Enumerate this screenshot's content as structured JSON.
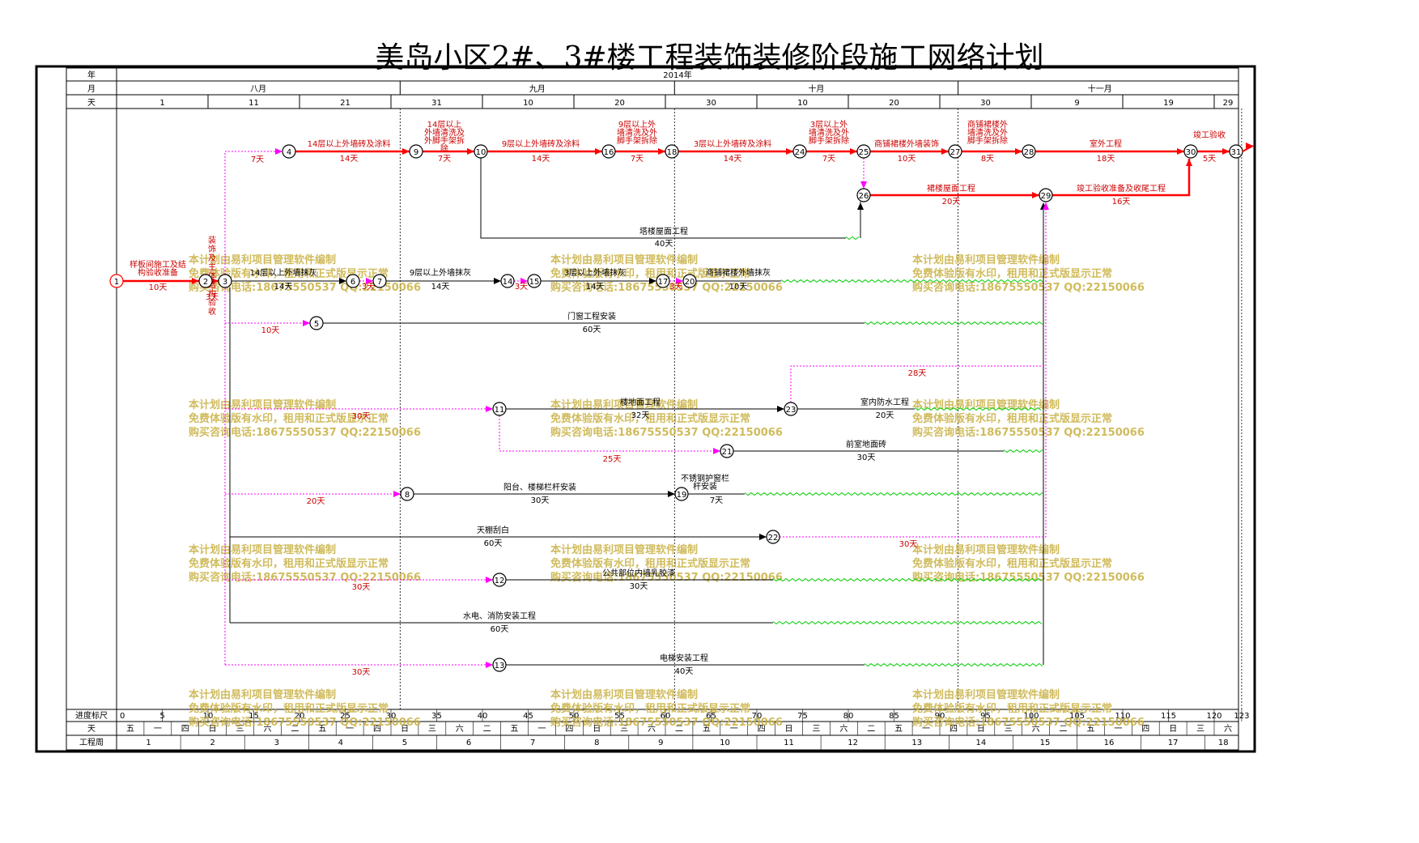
{
  "title": "美岛小区2#、3#楼工程装饰装修阶段施工网络计划",
  "header": {
    "row_labels": [
      "年",
      "月",
      "天"
    ],
    "year": "2014年",
    "months": [
      "八月",
      "九月",
      "十月",
      "十一月"
    ],
    "day_ticks": [
      "1",
      "11",
      "21",
      "31",
      "10",
      "20",
      "30",
      "10",
      "20",
      "30",
      "9",
      "19",
      "29"
    ]
  },
  "footer": {
    "scale_label": "进度标尺",
    "scale_ticks": [
      "0",
      "5",
      "10",
      "15",
      "20",
      "25",
      "30",
      "35",
      "40",
      "45",
      "50",
      "55",
      "60",
      "65",
      "70",
      "75",
      "80",
      "85",
      "90",
      "95",
      "100",
      "105",
      "110",
      "115",
      "120",
      "123"
    ],
    "weekday_label": "天",
    "weekdays": [
      "五",
      "一",
      "四",
      "日",
      "三",
      "六",
      "二",
      "五",
      "一",
      "四",
      "日",
      "三",
      "六",
      "二",
      "五",
      "一",
      "四",
      "日",
      "三",
      "六",
      "二",
      "五",
      "一",
      "四",
      "日",
      "三",
      "六",
      "二",
      "五",
      "一",
      "四",
      "日",
      "三",
      "六",
      "二",
      "五",
      "一",
      "四",
      "日",
      "三",
      "六"
    ],
    "week_label": "工程周",
    "weeks": [
      "1",
      "2",
      "3",
      "4",
      "5",
      "6",
      "7",
      "8",
      "9",
      "10",
      "11",
      "12",
      "13",
      "14",
      "15",
      "16",
      "17",
      "18"
    ]
  },
  "watermark": {
    "line1": "本计划由易利项目管理软件编制",
    "line2": "免费体验版有水印，租用和正式版显示正常",
    "line3": "购买咨询电话:18675550537 QQ:22150066"
  },
  "chart_data": {
    "type": "network",
    "total_days": 123,
    "colors": {
      "critical": "#ff0000",
      "normal": "#000000",
      "virtual": "#ff00ff",
      "float": "#00cc00",
      "watermark": "#c8b040",
      "text": "#cc0000"
    },
    "nodes": [
      "1",
      "2",
      "3",
      "4",
      "5",
      "6",
      "7",
      "8",
      "9",
      "10",
      "11",
      "12",
      "13",
      "14",
      "15",
      "16",
      "17",
      "18",
      "19",
      "20",
      "21",
      "22",
      "23",
      "24",
      "25",
      "26",
      "27",
      "28",
      "29",
      "30",
      "31"
    ],
    "critical_activities": [
      {
        "from": "1",
        "to": "2",
        "label": "样板间施工及结构验收准备",
        "duration": "10天"
      },
      {
        "from": "2",
        "to": "3",
        "label": "装饰及主体结构验收",
        "duration": "3天"
      },
      {
        "from": "4",
        "to": "9",
        "label": "14层以上外墙砖及涂料",
        "duration": "14天"
      },
      {
        "from": "9",
        "to": "10",
        "label": "14层以上外墙清洗及外脚手架拆除",
        "duration": "7天"
      },
      {
        "from": "10",
        "to": "16",
        "label": "9层以上外墙砖及涂料",
        "duration": "14天"
      },
      {
        "from": "16",
        "to": "18",
        "label": "9层以上外墙清洗及外脚手架拆除",
        "duration": "7天"
      },
      {
        "from": "18",
        "to": "24",
        "label": "3层以上外墙砖及涂料",
        "duration": "14天"
      },
      {
        "from": "24",
        "to": "25",
        "label": "3层以上外墙清洗及外脚手架拆除",
        "duration": "7天"
      },
      {
        "from": "25",
        "to": "27",
        "label": "商铺裙楼外墙装饰",
        "duration": "10天"
      },
      {
        "from": "27",
        "to": "28",
        "label": "商铺裙楼外墙清洗及外脚手架拆除",
        "duration": "8天"
      },
      {
        "from": "28",
        "to": "30",
        "label": "室外工程",
        "duration": "18天"
      },
      {
        "from": "30",
        "to": "31",
        "label": "竣工验收",
        "duration": "5天"
      },
      {
        "from": "26",
        "to": "29",
        "label": "裙楼屋面工程",
        "duration": "20天"
      },
      {
        "from": "29",
        "to": "30",
        "label": "竣工验收准备及收尾工程",
        "duration": "16天"
      }
    ],
    "normal_activities": [
      {
        "from": "3",
        "to": "6",
        "label": "14层以上外墙抹灰",
        "duration": "14天"
      },
      {
        "from": "6",
        "to": "7",
        "label": "",
        "duration": "3天"
      },
      {
        "from": "7",
        "to": "14",
        "label": "9层以上外墙抹灰",
        "duration": "14天"
      },
      {
        "from": "14",
        "to": "15",
        "label": "",
        "duration": "3天"
      },
      {
        "from": "15",
        "to": "17",
        "label": "3层以上外墙抹灰",
        "duration": "14天"
      },
      {
        "from": "17",
        "to": "20",
        "label": "",
        "duration": "3天"
      },
      {
        "from": "20",
        "to": "29",
        "label": "商铺裙楼外墙抹灰",
        "duration": "10天"
      },
      {
        "from": "10",
        "to": "26",
        "label": "塔楼屋面工程",
        "duration": "40天"
      },
      {
        "from": "5",
        "to": "29",
        "label": "门窗工程安装",
        "duration": "60天"
      },
      {
        "from": "11",
        "to": "23",
        "label": "楼地面工程",
        "duration": "32天"
      },
      {
        "from": "23",
        "to": "29",
        "label": "室内防水工程",
        "duration": "20天"
      },
      {
        "from": "21",
        "to": "29",
        "label": "前室地面砖",
        "duration": "30天"
      },
      {
        "from": "8",
        "to": "19",
        "label": "阳台、楼梯栏杆安装",
        "duration": "30天"
      },
      {
        "from": "19",
        "to": "29",
        "label": "不锈钢护窗栏杆安装",
        "duration": "7天"
      },
      {
        "from": "3",
        "to": "22",
        "label": "天棚刮白",
        "duration": "60天"
      },
      {
        "from": "12",
        "to": "29",
        "label": "公共部位内墙乳胶漆",
        "duration": "30天"
      },
      {
        "from": "3",
        "to": "29",
        "label": "水电、消防安装工程",
        "duration": "60天"
      },
      {
        "from": "13",
        "to": "29",
        "label": "电梯安装工程",
        "duration": "40天"
      }
    ],
    "virtual_activities": [
      {
        "from": "3",
        "to": "4",
        "duration": "7天"
      },
      {
        "from": "3",
        "to": "5",
        "duration": "10天"
      },
      {
        "from": "3",
        "to": "11",
        "duration": "30天"
      },
      {
        "from": "11",
        "to": "21",
        "duration": "25天"
      },
      {
        "from": "3",
        "to": "8",
        "duration": "20天"
      },
      {
        "from": "3",
        "to": "12",
        "duration": "30天"
      },
      {
        "from": "3",
        "to": "13",
        "duration": "30天"
      },
      {
        "from": "23",
        "to": "29",
        "duration": "28天"
      },
      {
        "from": "22",
        "to": "29",
        "duration": "30天"
      },
      {
        "from": "25",
        "to": "26",
        "duration": ""
      }
    ]
  }
}
